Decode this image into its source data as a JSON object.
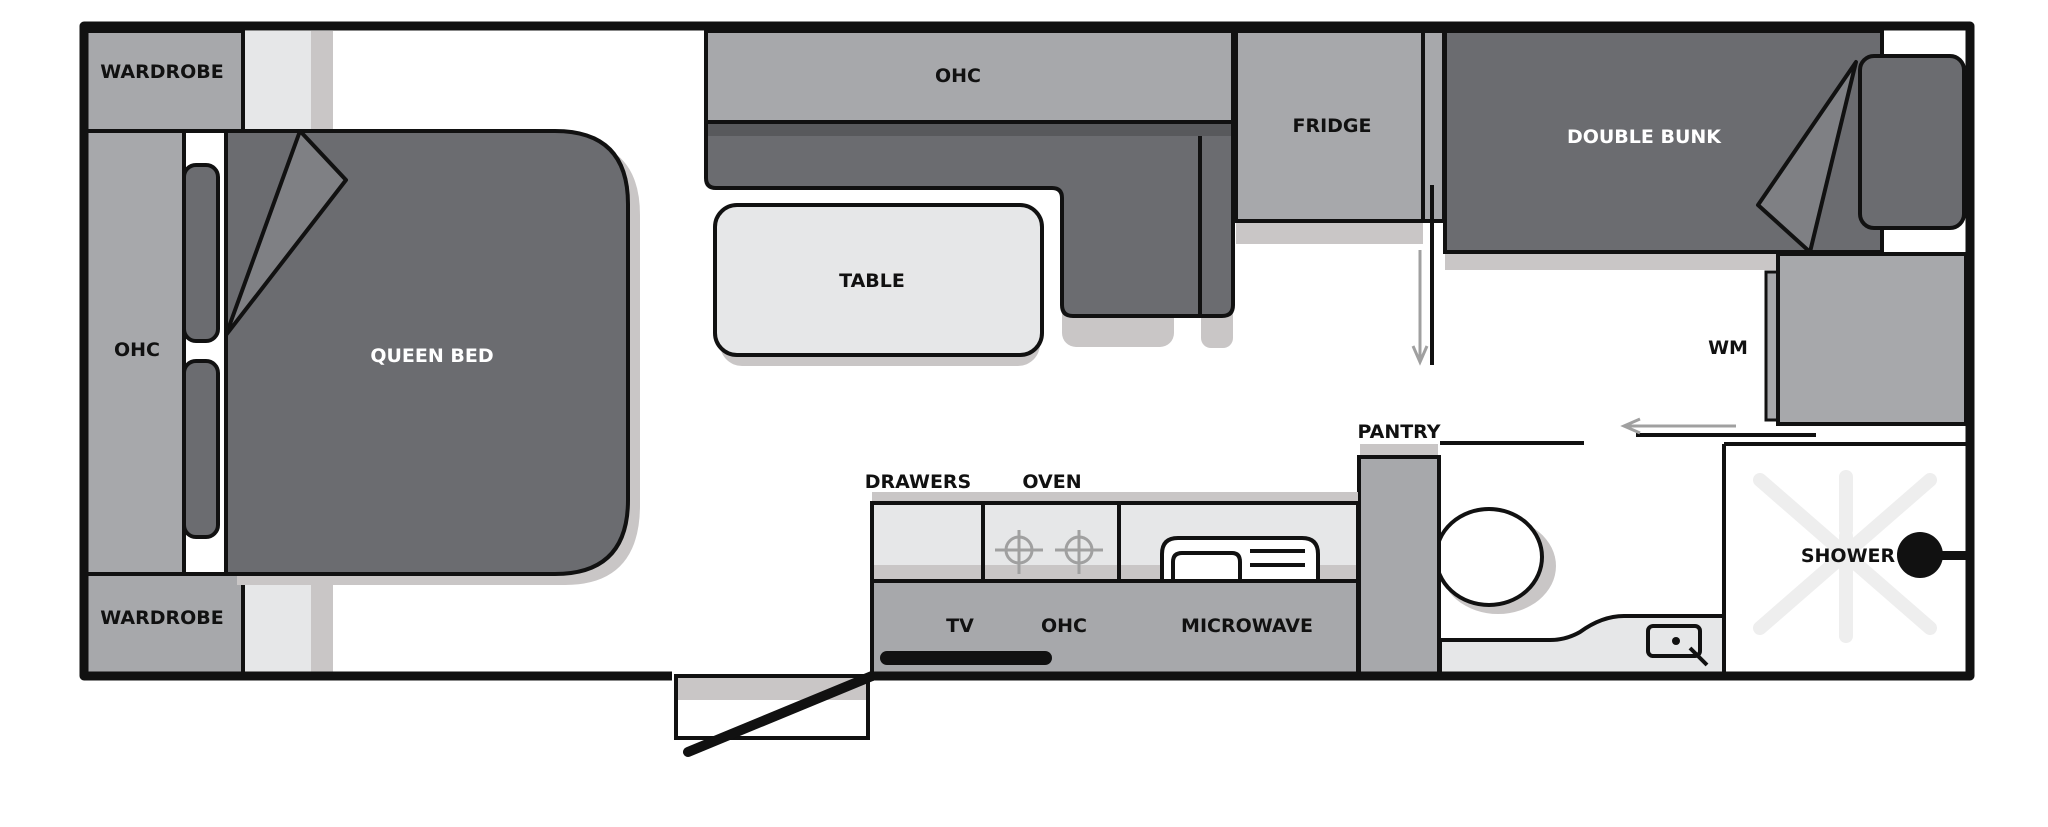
{
  "labels": {
    "wardrobe_top": "WARDROBE",
    "wardrobe_bottom": "WARDROBE",
    "ohc_left": "OHC",
    "queen_bed": "QUEEN BED",
    "ohc_top": "OHC",
    "table": "TABLE",
    "fridge": "FRIDGE",
    "double_bunk": "DOUBLE BUNK",
    "wm": "WM",
    "pantry": "PANTRY",
    "drawers": "DRAWERS",
    "oven": "OVEN",
    "tv": "TV",
    "ohc_kitchen": "OHC",
    "microwave": "MICROWAVE",
    "shower": "SHOWER"
  },
  "colors": {
    "outline": "#111111",
    "dark_fill": "#6b6c70",
    "mid_fill": "#a7a8ab",
    "light_fill": "#e6e7e8",
    "shadow": "#c9c6c6",
    "floor": "#ffffff",
    "arrow": "#a0a0a0",
    "shower_cross": "#eeeeee"
  }
}
